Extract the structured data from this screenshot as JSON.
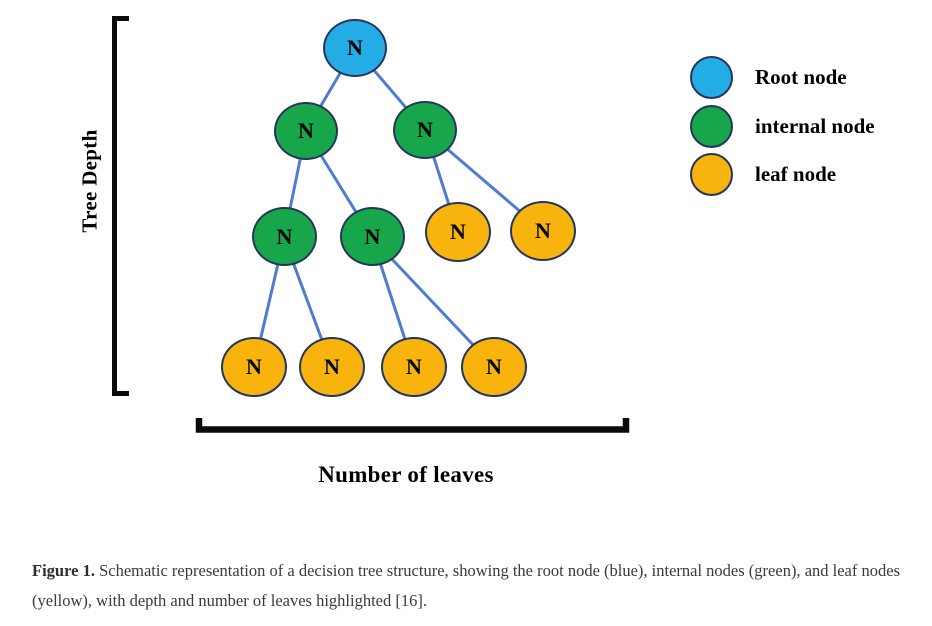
{
  "figure": {
    "node_label": "N",
    "depth_axis_label": "Tree Depth",
    "leaves_axis_label": "Number of leaves",
    "legend": {
      "items": [
        {
          "label": "Root node",
          "type": "root"
        },
        {
          "label": "internal node",
          "type": "internal"
        },
        {
          "label": "leaf node",
          "type": "leaf"
        }
      ]
    },
    "colors": {
      "root_node": "#24ADE5",
      "internal_node": "#17A649",
      "leaf_node": "#F8B30D",
      "node_border": "#24365E",
      "edge": "#4F7CCF",
      "bracket": "#0B0B0B"
    }
  },
  "caption": {
    "label": "Figure 1.",
    "text": " Schematic representation of a decision tree structure, showing the root node (blue), internal nodes (green), and leaf nodes (yellow), with depth and number of leaves highlighted [16]."
  }
}
